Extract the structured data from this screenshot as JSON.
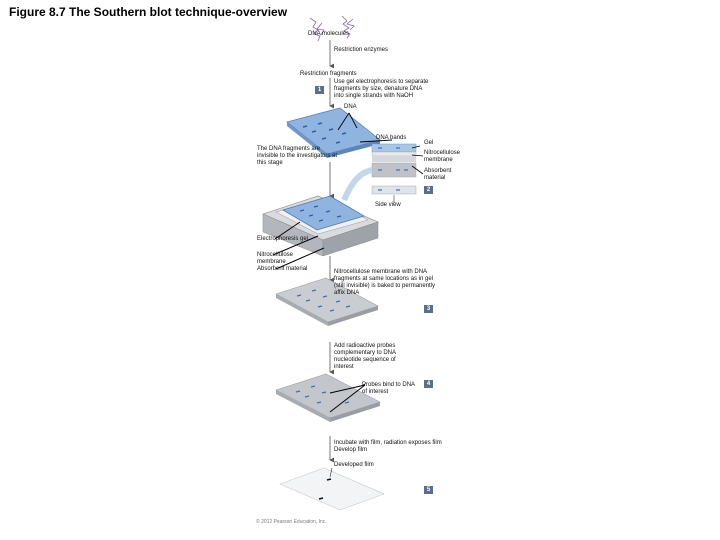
{
  "title": "Figure 8.7 The Southern blot technique-overview",
  "labels": {
    "dna_molecules": "DNA molecules",
    "restriction_enzymes": "Restriction enzymes",
    "restriction_fragments": "Restriction fragments",
    "step1_text": "Use gel electrophoresis to separate fragments by size, denature DNA into single strands with NaOH",
    "dna": "DNA",
    "dna_bands": "DNA bands",
    "gel": "Gel",
    "nitrocellulose_membrane_right": "Nitrocellulose membrane",
    "absorbent_material_right": "Absorbent material",
    "invisible_note": "The DNA fragments are invisible to the investigators at this stage",
    "side_view": "Side view",
    "electrophoresis_gel": "Electrophoresis gel",
    "nitrocellulose_membrane_left": "Nitrocellulose membrane",
    "absorbent_material_left": "Absorbent material",
    "step3_text": "Nitrocellulose membrane with DNA fragments at same locations as in gel (still invisible) is baked to permanently affix DNA",
    "step4_text": "Add radioactive probes complementary to DNA nucleotide sequence of interest",
    "probes_bind": "Probes bind to DNA of interest",
    "step5_text": "Incubate with film, radiation exposes film Develop film",
    "developed_film": "Developed film",
    "copyright": "© 2012 Pearson Education, Inc."
  },
  "steps": {
    "s1": "1",
    "s2": "2",
    "s3": "3",
    "s4": "4",
    "s5": "5"
  },
  "colors": {
    "gel_blue": "#8fb4df",
    "membrane_gray": "#c9ccd1",
    "band_blue": "#3f6fb5",
    "step_badge": "#5b6f8c"
  }
}
